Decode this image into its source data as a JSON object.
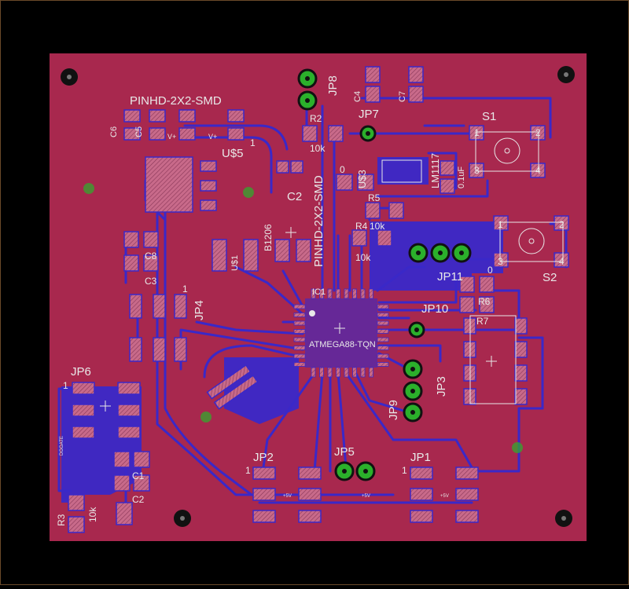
{
  "board": {
    "background": "#000000",
    "substrate_color": "#a8284e",
    "copper_color": "#3a28c8",
    "pad_color": "#c86a8a",
    "silk_color": "#e8e8e8",
    "via_color": "#2bb02b"
  },
  "labels": {
    "pinhd_top": "PINHD-2X2-SMD",
    "pinhd_vertical": "PINHD-2X2-SMD",
    "u5": "U$5",
    "u5_pin1": "1",
    "c6": "C6",
    "c5": "C5",
    "v_plus_1": "V+",
    "v_plus_2": "V+",
    "jp8": "JP8",
    "c4": "C4",
    "c7": "C7",
    "r2": "R2",
    "r2_val": "10k",
    "jp7": "JP7",
    "s1": "S1",
    "s1_p1": "1",
    "s1_p2": "2",
    "s1_p3": "3",
    "s1_p4": "4",
    "u3": "U$3",
    "u3_0": "0",
    "lm": "LM1117",
    "c_01uf": "0.1uF",
    "c2_top": "C2",
    "r5": "R5",
    "r4": "R4",
    "r4_val": "10k",
    "r4_val2": "10k",
    "b1206": "B1206",
    "u1": "U$1",
    "c8": "C8",
    "c3": "C3",
    "jp4": "JP4",
    "jp4_pin": "1",
    "s2": "S2",
    "s2_p1": "1",
    "s2_p2": "2",
    "s2_p3": "3",
    "s2_p4": "4",
    "s2_pin0": "0",
    "jp11": "JP11",
    "r6": "R6",
    "r7": "R7",
    "jp10": "JP10",
    "ic1": "IC1",
    "atmega": "ATMEGA88-TQN",
    "jp6": "JP6",
    "jp6_pin": "1",
    "jp3": "JP3",
    "jp9": "JP9",
    "jp2": "JP2",
    "jp2_pin": "1",
    "jp5": "JP5",
    "jp1": "JP1",
    "jp1_pin": "1",
    "c1": "C1",
    "c2": "C2",
    "r3": "R3",
    "r3_val": "10k",
    "dgate": "DGGATE",
    "plus5v_1": "+5V",
    "plus5v_2": "+5V",
    "plus5v_3": "+5V"
  }
}
